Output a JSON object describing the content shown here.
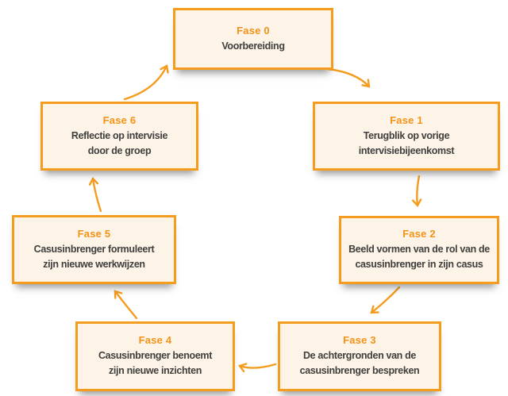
{
  "diagram": {
    "name": "intervisie-fase-cyclus",
    "colors": {
      "accent": "#f49c1e",
      "label": "#f39318",
      "box_fill": "#fdf3e7",
      "text": "#3f3f3e",
      "page_bg": "#ffffff"
    },
    "phases": [
      {
        "id": "fase-0",
        "label": "Fase 0",
        "description": "Voorbereiding"
      },
      {
        "id": "fase-1",
        "label": "Fase 1",
        "description": "Terugblik op vorige\nintervisiebijeenkomst"
      },
      {
        "id": "fase-2",
        "label": "Fase 2",
        "description": "Beeld vormen van de rol van de\ncasusinbrenger in zijn casus"
      },
      {
        "id": "fase-3",
        "label": "Fase 3",
        "description": "De achtergronden van de\ncasusinbrenger bespreken"
      },
      {
        "id": "fase-4",
        "label": "Fase 4",
        "description": "Casusinbrenger benoemt\nzijn nieuwe inzichten"
      },
      {
        "id": "fase-5",
        "label": "Fase 5",
        "description": "Casusinbrenger formuleert\nzijn nieuwe werkwijzen"
      },
      {
        "id": "fase-6",
        "label": "Fase 6",
        "description": "Reflectie op intervisie\ndoor de groep"
      }
    ]
  }
}
